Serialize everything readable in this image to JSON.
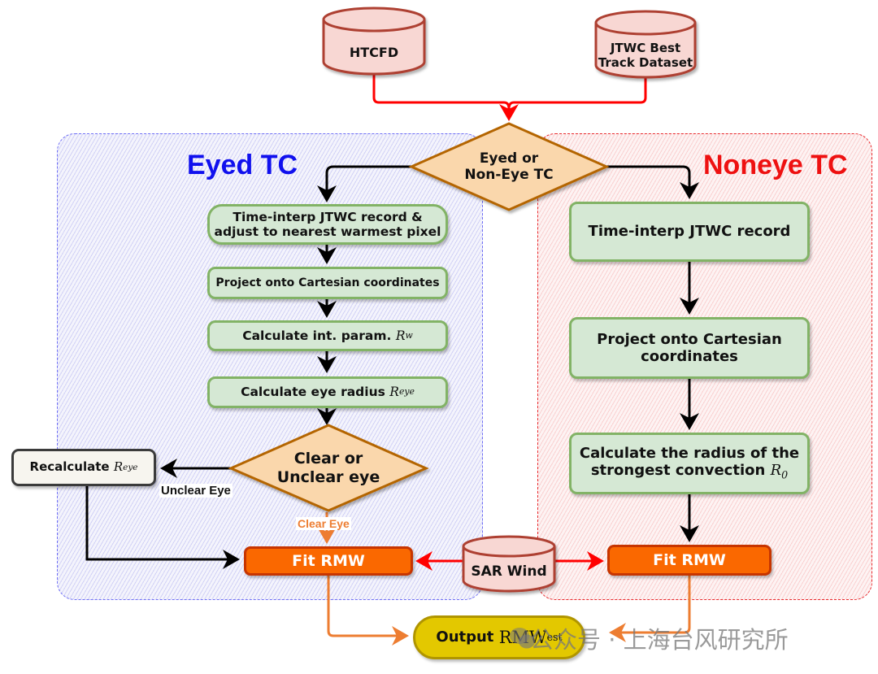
{
  "regions": {
    "eyed": {
      "title": "Eyed TC",
      "color": "#1010ee"
    },
    "noneye": {
      "title": "Noneye TC",
      "color": "#ee1111"
    }
  },
  "sources": {
    "htcfd": "HTCFD",
    "jtwc_line1": "JTWC Best",
    "jtwc_line2": "Track Dataset",
    "sar": "SAR Wind"
  },
  "decisions": {
    "eye_type_line1": "Eyed or",
    "eye_type_line2": "Non-Eye TC",
    "clarity_line1": "Clear or",
    "clarity_line2": "Unclear eye"
  },
  "eyed_steps": {
    "step1_line1": "Time-interp JTWC record &",
    "step1_line2": "adjust to nearest warmest pixel",
    "step2": "Project  onto Cartesian coordinates",
    "step3_text": "Calculate int. param.",
    "step3_symbol": "R",
    "step3_sub": "w",
    "step4_text": "Calculate eye radius",
    "step4_symbol": "R",
    "step4_sub": "eye",
    "recalc_text": "Recalculate",
    "recalc_symbol": "R",
    "recalc_sub": "eye",
    "fit": "Fit RMW"
  },
  "noneye_steps": {
    "step1": "Time-interp JTWC record",
    "step2_line1": "Project  onto Cartesian",
    "step2_line2": "coordinates",
    "step3_line1": "Calculate the radius of the",
    "step3_line2": "strongest convection",
    "step3_symbol": "R",
    "step3_sub": "0",
    "fit": "Fit RMW"
  },
  "edge_labels": {
    "unclear": "Unclear Eye",
    "clear": "Clear Eye"
  },
  "output": {
    "text": "Output",
    "symbol": "RMW",
    "sub": "est"
  },
  "watermark": "公众号 · 上海台风研究所",
  "colors": {
    "source_fill": "#f8d7d3",
    "source_stroke": "#ae4132",
    "source_arrow": "#ff0000",
    "decision_fill": "#fad7ac",
    "decision_stroke": "#b46504",
    "process_fill": "#d5e8d4",
    "process_stroke": "#82b366",
    "fit_fill": "#fa6800",
    "output_fill": "#e3c800",
    "clear_edge": "#ed7d31"
  }
}
